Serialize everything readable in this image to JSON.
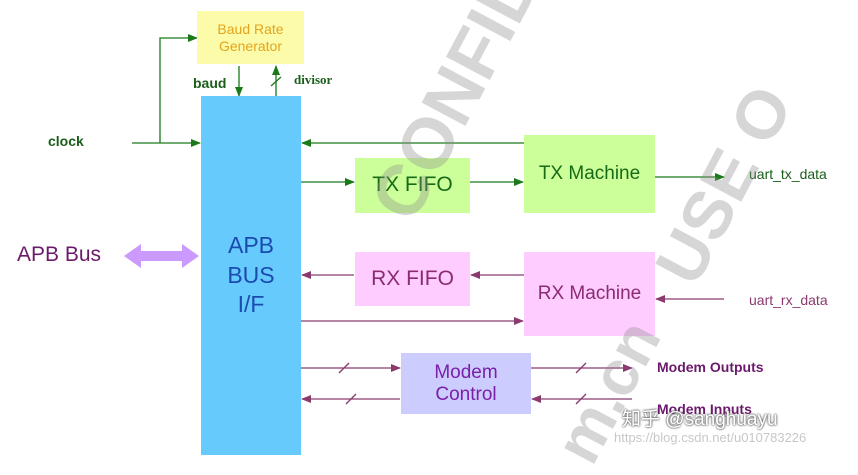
{
  "blocks": {
    "baud_gen": {
      "line1": "Baud Rate",
      "line2": "Generator",
      "color": "#fbfba9",
      "text_color": "#e4a41c"
    },
    "apb_if": {
      "line1": "APB",
      "line2": "BUS",
      "line3": "I/F",
      "color": "#67cafd",
      "text_color": "#1a4bb0"
    },
    "tx_fifo": {
      "label": "TX FIFO",
      "color": "#ccff99",
      "text_color": "#176b17"
    },
    "tx_machine": {
      "label": "TX Machine",
      "color": "#ccff99",
      "text_color": "#176b17"
    },
    "rx_fifo": {
      "label": "RX FIFO",
      "color": "#ffccff",
      "text_color": "#8b2b73"
    },
    "rx_machine": {
      "label": "RX Machine",
      "color": "#ffccff",
      "text_color": "#8b2b73"
    },
    "modem_ctrl": {
      "line1": "Modem",
      "line2": "Control",
      "color": "#ccccff",
      "text_color": "#7a1fa8"
    }
  },
  "signals": {
    "clock": "clock",
    "baud": "baud",
    "divisor": "divisor",
    "apb_bus": "APB Bus",
    "uart_tx_data": "uart_tx_data",
    "uart_rx_data": "uart_rx_data",
    "modem_outputs": "Modem Outputs",
    "modem_inputs": "Modem Inputs"
  },
  "colors": {
    "green_line": "#1a7a1a",
    "purple_line": "#8b3a6e",
    "apb_arrow": "#cc99ff",
    "green_text": "#1a5e1a",
    "purple_text": "#6b1a6b"
  },
  "watermark": {
    "main": "CONFIDENTIAL",
    "diag": "USE O",
    "url_frag": "m.cn",
    "zhihu": "知乎 @sanghuayu",
    "csdn": "https://blog.csdn.net/u010783226"
  }
}
